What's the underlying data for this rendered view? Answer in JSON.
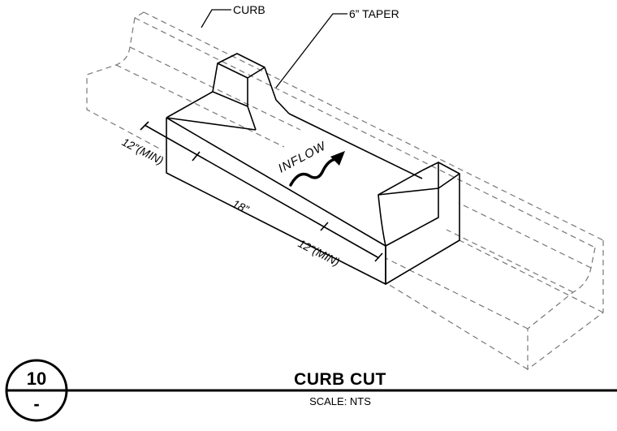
{
  "detail": {
    "labels": {
      "curb": "CURB",
      "taper": "6” TAPER",
      "inflow": "INFLOW",
      "dim_left": "12”(MIN)",
      "dim_mid": "18”",
      "dim_right": "12”(MIN)"
    },
    "title_block": {
      "number": "10",
      "sheet": "-",
      "title": "CURB CUT",
      "scale": "SCALE: NTS"
    }
  }
}
